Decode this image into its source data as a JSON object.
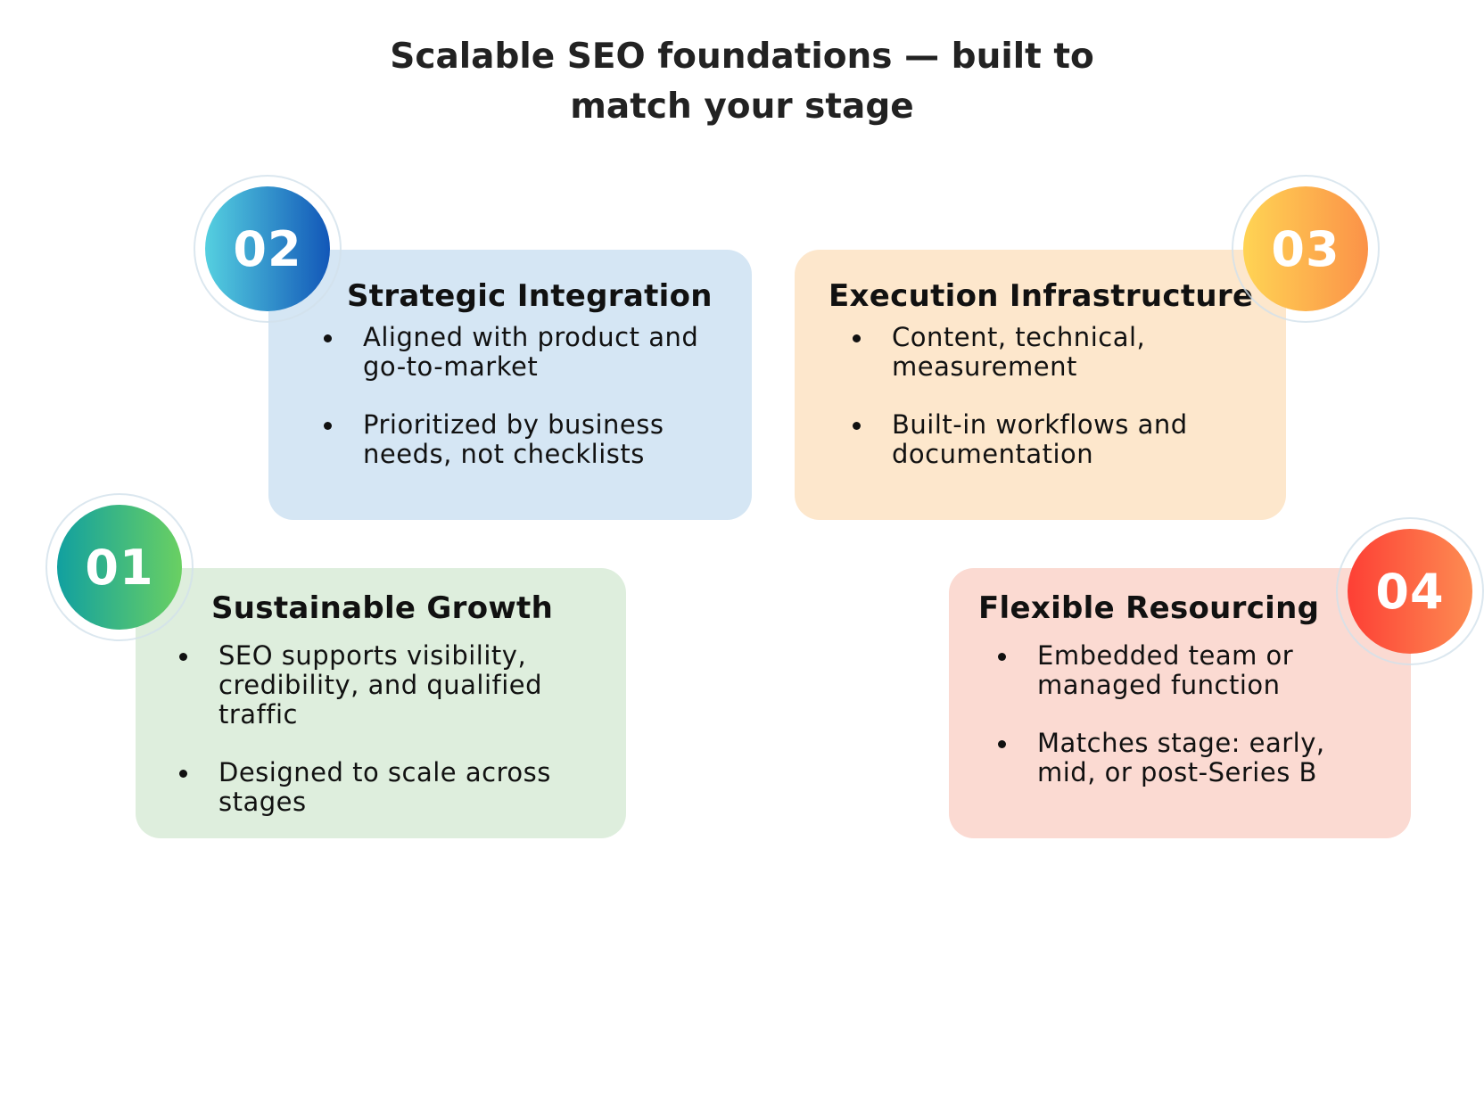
{
  "title": {
    "line1": "Scalable SEO foundations — built to",
    "line2": "match your stage"
  },
  "colors": {
    "card1_bg": "#deeedd",
    "card2_bg": "#d5e6f4",
    "card3_bg": "#fde7cc",
    "card4_bg": "#fbdad2",
    "badge1": [
      "#11a0a0",
      "#6ad062"
    ],
    "badge2": [
      "#55d0e0",
      "#1257b8"
    ],
    "badge3": [
      "#ffd454",
      "#fb9248"
    ],
    "badge4": [
      "#fd3f35",
      "#fd8c52"
    ]
  },
  "cards": [
    {
      "number": "01",
      "heading": "Sustainable Growth",
      "bullets": [
        "SEO supports visibility, credibility, and qualified traffic",
        "Designed to scale across stages"
      ]
    },
    {
      "number": "02",
      "heading": "Strategic Integration",
      "bullets": [
        "Aligned with product and go-to-market",
        "Prioritized by business needs, not checklists"
      ]
    },
    {
      "number": "03",
      "heading": "Execution Infrastructure",
      "bullets": [
        "Content, technical, measurement",
        "Built-in workflows and documentation"
      ]
    },
    {
      "number": "04",
      "heading": "Flexible Resourcing",
      "bullets": [
        "Embedded team or managed function",
        "Matches stage: early, mid, or post-Series B"
      ]
    }
  ]
}
